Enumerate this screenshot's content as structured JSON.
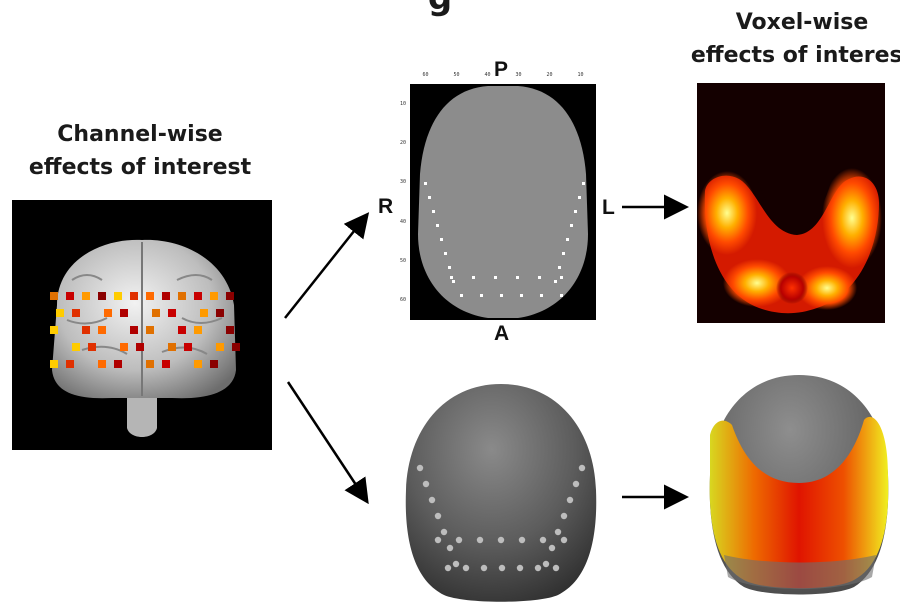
{
  "header": {
    "cut_title": "g",
    "channel_title_line1": "Channel-wise",
    "channel_title_line2": "effects of interest",
    "voxel_title_line1": "Voxel-wise",
    "voxel_title_line2": "effects of interest"
  },
  "map": {
    "orientation": {
      "posterior": "P",
      "anterior": "A",
      "right": "R",
      "left": "L"
    },
    "top_ticks": [
      "60",
      "50",
      "40",
      "30",
      "20",
      "10"
    ],
    "side_ticks": [
      "10",
      "20",
      "30",
      "40",
      "50",
      "60"
    ]
  },
  "colors": {
    "background": "#ffffff",
    "panel_black": "#000000",
    "map_gray": "#8c8c8c",
    "heat_low": "#b80000",
    "heat_mid": "#ff5a00",
    "heat_high": "#ffff90"
  },
  "icons": [
    "brain-render-icon",
    "head-render-icon",
    "arrow-icon"
  ]
}
